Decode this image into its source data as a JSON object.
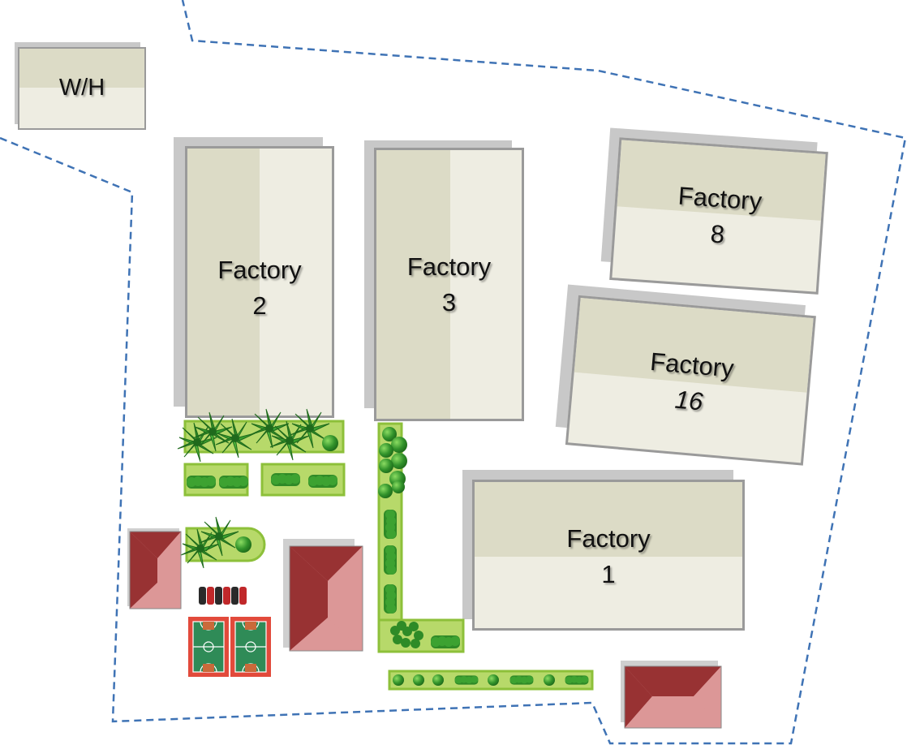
{
  "buildings": [
    {
      "id": "wh",
      "label": "W/H",
      "number": ""
    },
    {
      "id": "factory-2",
      "label": "Factory",
      "number": "2"
    },
    {
      "id": "factory-3",
      "label": "Factory",
      "number": "3"
    },
    {
      "id": "factory-8",
      "label": "Factory",
      "number": "8"
    },
    {
      "id": "factory-16",
      "label": "Factory",
      "number": "16"
    },
    {
      "id": "factory-1",
      "label": "Factory",
      "number": "1"
    }
  ],
  "colors": {
    "boundary": "#3f73b5",
    "building_light": "#eeede2",
    "building_dark": "#dcdbc6",
    "building_border": "#9a9a9a",
    "roof_dark": "#983233",
    "roof_light": "#dc9797",
    "court_border": "#e24a3b",
    "court_green": "#2f8b57",
    "hedge_fill": "#b7d96a",
    "tree_green": "#3a9a2b"
  },
  "icons": [
    "palm-tree-icon",
    "round-bush-icon",
    "shrub-row-icon",
    "house-roof-icon",
    "car-icon",
    "basketball-court-icon"
  ]
}
